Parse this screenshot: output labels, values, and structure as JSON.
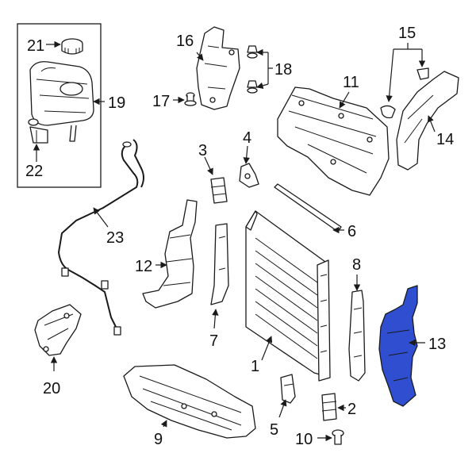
{
  "highlight_color": "#2f4fd0",
  "callouts": {
    "c1": "1",
    "c2": "2",
    "c3": "3",
    "c4": "4",
    "c5": "5",
    "c6": "6",
    "c7": "7",
    "c8": "8",
    "c9": "9",
    "c10": "10",
    "c11": "11",
    "c12": "12",
    "c13": "13",
    "c14": "14",
    "c15": "15",
    "c16": "16",
    "c17": "17",
    "c18": "18",
    "c19": "19",
    "c20": "20",
    "c21": "21",
    "c22": "22",
    "c23": "23"
  }
}
